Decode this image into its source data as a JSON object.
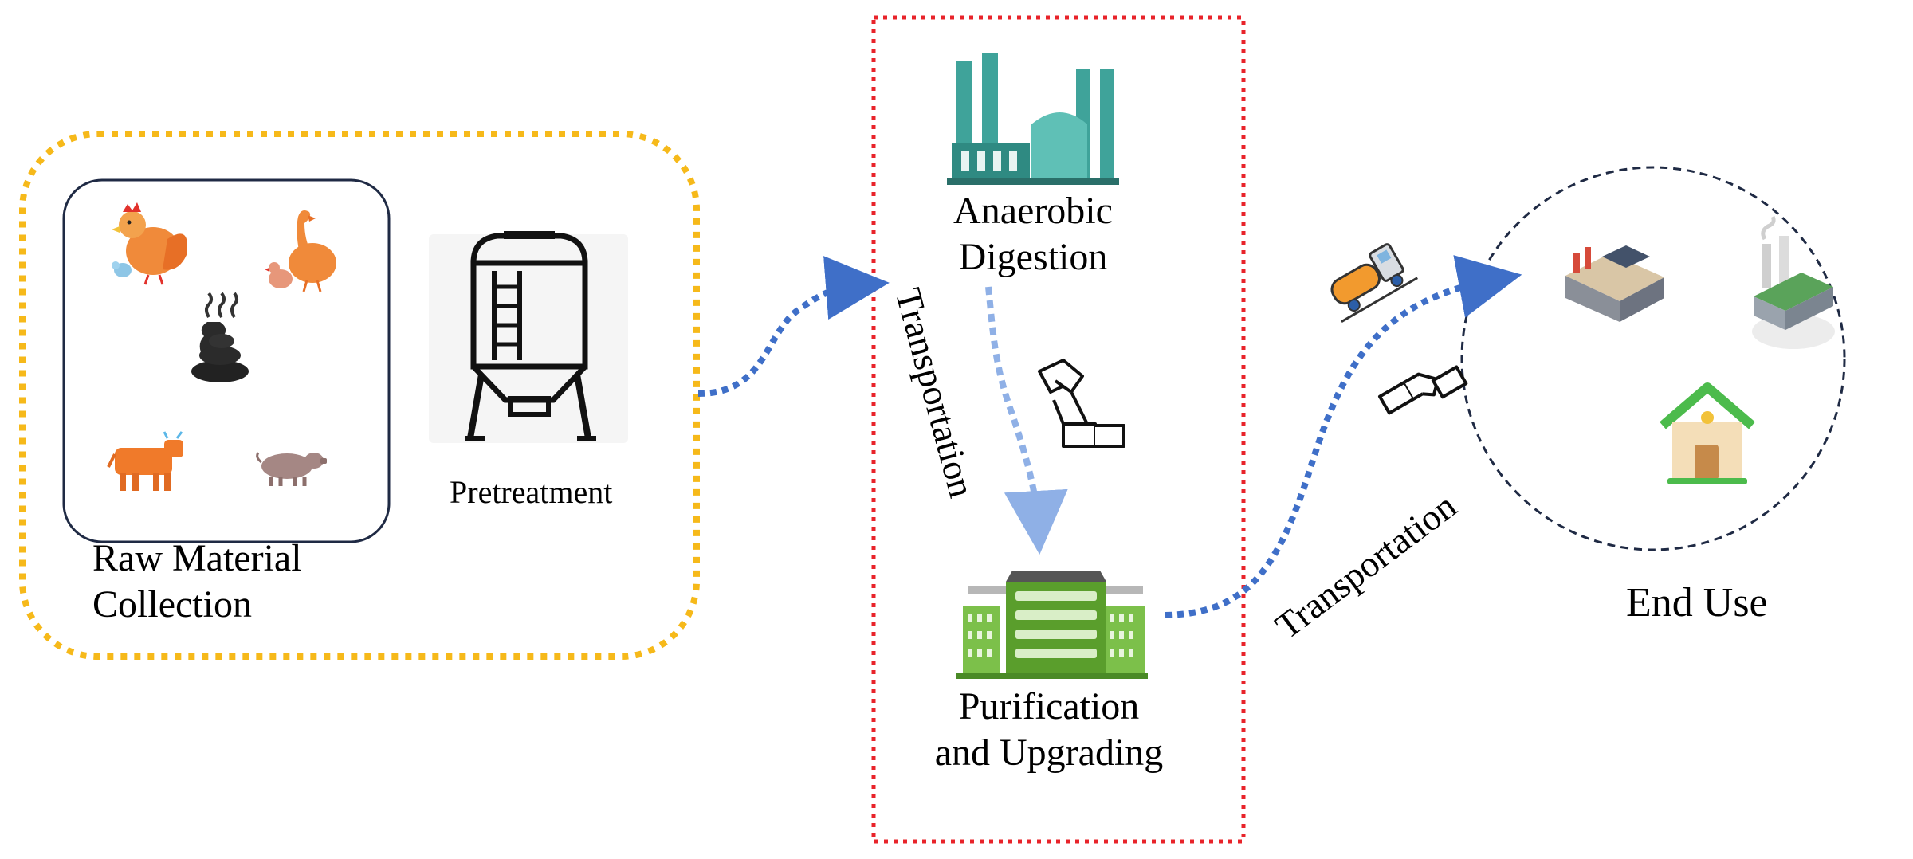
{
  "stages": {
    "raw_material": {
      "line1": "Raw Material",
      "line2": "Collection"
    },
    "pretreatment": {
      "label": "Pretreatment"
    },
    "anaerobic": {
      "line1": "Anaerobic",
      "line2": "Digestion"
    },
    "purification": {
      "line1": "Purification",
      "line2": "and Upgrading"
    },
    "end_use": {
      "label": "End Use"
    }
  },
  "links": {
    "transport_vertical": "Transportation",
    "transport_diagonal": "Transportation"
  },
  "icons": [
    "chicken-icon",
    "goose-icon",
    "manure-icon",
    "cow-icon",
    "pig-icon",
    "silo-icon",
    "digester-plant-icon",
    "pipe-icon",
    "purification-plant-icon",
    "tanker-truck-icon",
    "factory-icon",
    "power-plant-icon",
    "house-icon"
  ],
  "colors": {
    "raw_group_border": "#f6b91a",
    "digestion_group_border": "#e8232a",
    "end_use_border": "#1f2a44",
    "flow_arrow": "#3f6fc8",
    "flow_arrow_light": "#8fb0e6"
  }
}
